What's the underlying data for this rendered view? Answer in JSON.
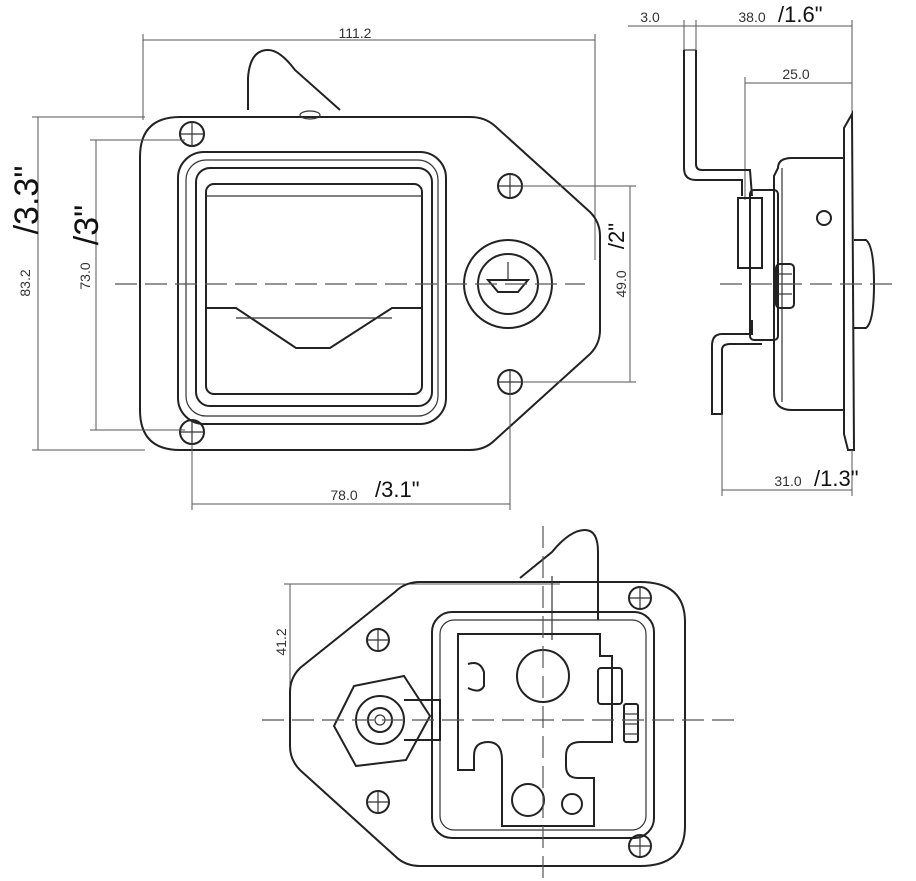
{
  "front": {
    "width_mm": "111.2",
    "height_mm": "83.2",
    "height_in": "/3.3\"",
    "inner_h_mm": "73.0",
    "inner_h_in": "/3\"",
    "hole_spacing_mm": "49.0",
    "hole_spacing_in": "/2\"",
    "bottom_w_mm": "78.0",
    "bottom_w_in": "/3.1\""
  },
  "side": {
    "thickness_mm": "3.0",
    "depth_mm": "38.0",
    "depth_in": "/1.6\"",
    "inner_depth_mm": "25.0",
    "bottom_mm": "31.0",
    "bottom_in": "/1.3\""
  },
  "back": {
    "offset_mm": "41.2"
  }
}
